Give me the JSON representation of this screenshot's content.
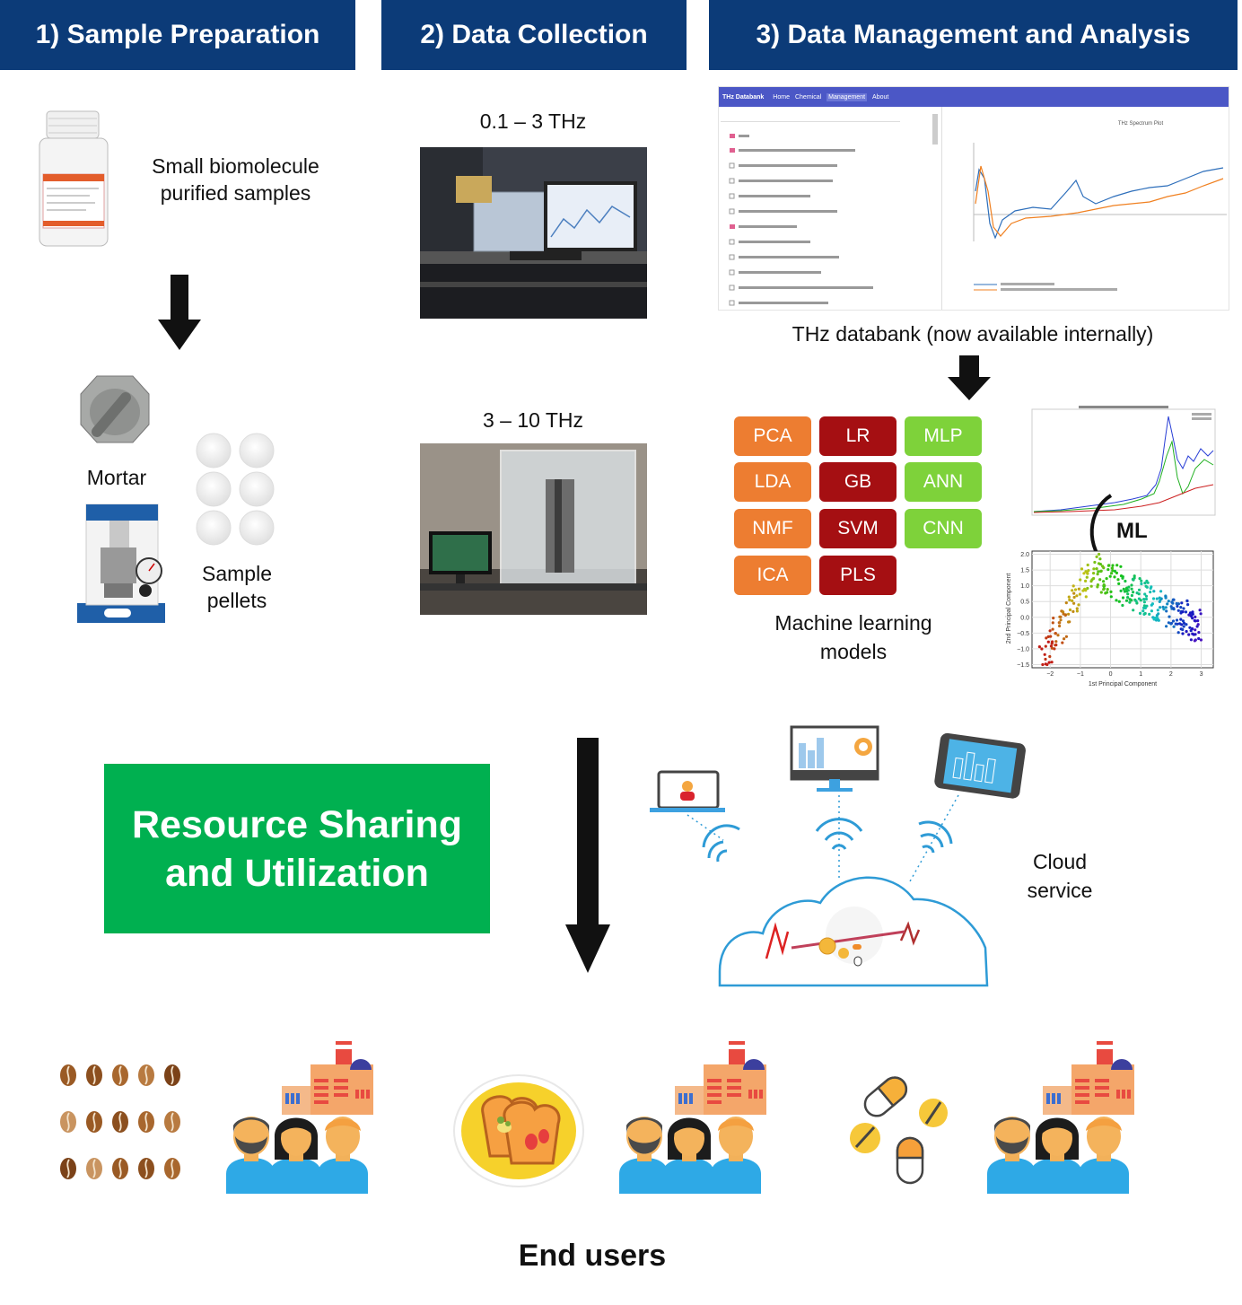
{
  "headers": {
    "sample_prep": "1) Sample Preparation",
    "data_collection": "2) Data Collection",
    "data_mgmt": "3) Data Management and Analysis"
  },
  "sample_prep": {
    "biomolecule_label_line1": "Small biomolecule",
    "biomolecule_label_line2": "purified samples",
    "mortar_label": "Mortar",
    "pellets_label_line1": "Sample",
    "pellets_label_line2": "pellets"
  },
  "data_collection": {
    "range1": "0.1 – 3 THz",
    "range2": "3 – 10 THz"
  },
  "databank": {
    "caption": "THz databank (now available internally)",
    "app_title": "THz Databank",
    "nav": [
      "Home",
      "Chemical",
      "Management",
      "About"
    ],
    "plot_title": "THz Spectrum Plot"
  },
  "ml": {
    "models_label_line1": "Machine learning",
    "models_label_line2": "models",
    "ml_label": "ML",
    "pca_xlabel": "1st Principal Component",
    "pca_ylabel": "2nd Principal Component",
    "pca_yticks": [
      "2.0",
      "1.5",
      "1.0",
      "0.5",
      "0.0",
      "−0.5",
      "−1.0",
      "−1.5"
    ],
    "pca_xticks": [
      "−2",
      "−1",
      "0",
      "1",
      "2",
      "3"
    ],
    "buttons": [
      {
        "label": "PCA",
        "color": "#ed7d31"
      },
      {
        "label": "LR",
        "color": "#a50f12"
      },
      {
        "label": "MLP",
        "color": "#7ed23a"
      },
      {
        "label": "LDA",
        "color": "#ed7d31"
      },
      {
        "label": "GB",
        "color": "#a50f12"
      },
      {
        "label": "ANN",
        "color": "#7ed23a"
      },
      {
        "label": "NMF",
        "color": "#ed7d31"
      },
      {
        "label": "SVM",
        "color": "#a50f12"
      },
      {
        "label": "CNN",
        "color": "#7ed23a"
      },
      {
        "label": "ICA",
        "color": "#ed7d31"
      },
      {
        "label": "PLS",
        "color": "#a50f12"
      }
    ]
  },
  "sharing": {
    "title_line1": "Resource Sharing",
    "title_line2": "and Utilization",
    "cloud_line1": "Cloud",
    "cloud_line2": "service"
  },
  "end_users": {
    "label": "End users"
  },
  "colors": {
    "header_bg": "#0c3b78",
    "sharing_green": "#00b050",
    "cloud_stroke": "#2e9bd6"
  }
}
